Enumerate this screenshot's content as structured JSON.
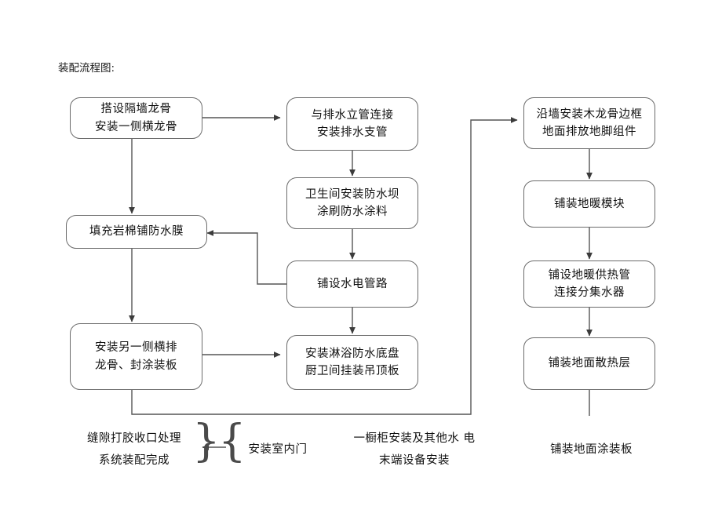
{
  "page": {
    "title": "装配流程图",
    "caption": "装配流程图:",
    "background": "#ffffff",
    "line_color": "#555555",
    "box_border": "#6b6b6b"
  },
  "nodes": {
    "n1": {
      "line1": "搭设隔墙龙骨",
      "line2": "安装一侧横龙骨"
    },
    "n2": {
      "line1": "填充岩棉铺防水膜",
      "line2": ""
    },
    "n3": {
      "line1": "安装另一侧横排",
      "line2": "龙骨、封涂装板"
    },
    "m1": {
      "line1": "与排水立管连接",
      "line2": "安装排水支管"
    },
    "m2": {
      "line1": "卫生间安装防水坝",
      "line2": "涂刷防水涂料"
    },
    "m3": {
      "line1": "铺设水电管路",
      "line2": ""
    },
    "m4": {
      "line1": "安装淋浴防水底盘",
      "line2": "厨卫间挂装吊顶板"
    },
    "r1": {
      "line1": "沿墙安装木龙骨边框",
      "line2": "地面排放地脚组件"
    },
    "r2": {
      "line1": "铺装地暖模块",
      "line2": ""
    },
    "r3": {
      "line1": "铺设地暖供热管",
      "line2": "连接分集水器"
    },
    "r4": {
      "line1": "铺装地面散热层",
      "line2": ""
    }
  },
  "labels": {
    "finish": {
      "line1": "缝隙打胶收口处理",
      "line2": "系统装配完成"
    },
    "door": {
      "line1": "安装室内门",
      "line2": ""
    },
    "cabinet": {
      "line1": "一橱柜安装及其他水 电",
      "line2": "末端设备安装"
    },
    "floorboard": {
      "line1": "铺装地面涂装板",
      "line2": ""
    }
  },
  "braces": {
    "right_brace": "}",
    "left_brace": "{"
  }
}
